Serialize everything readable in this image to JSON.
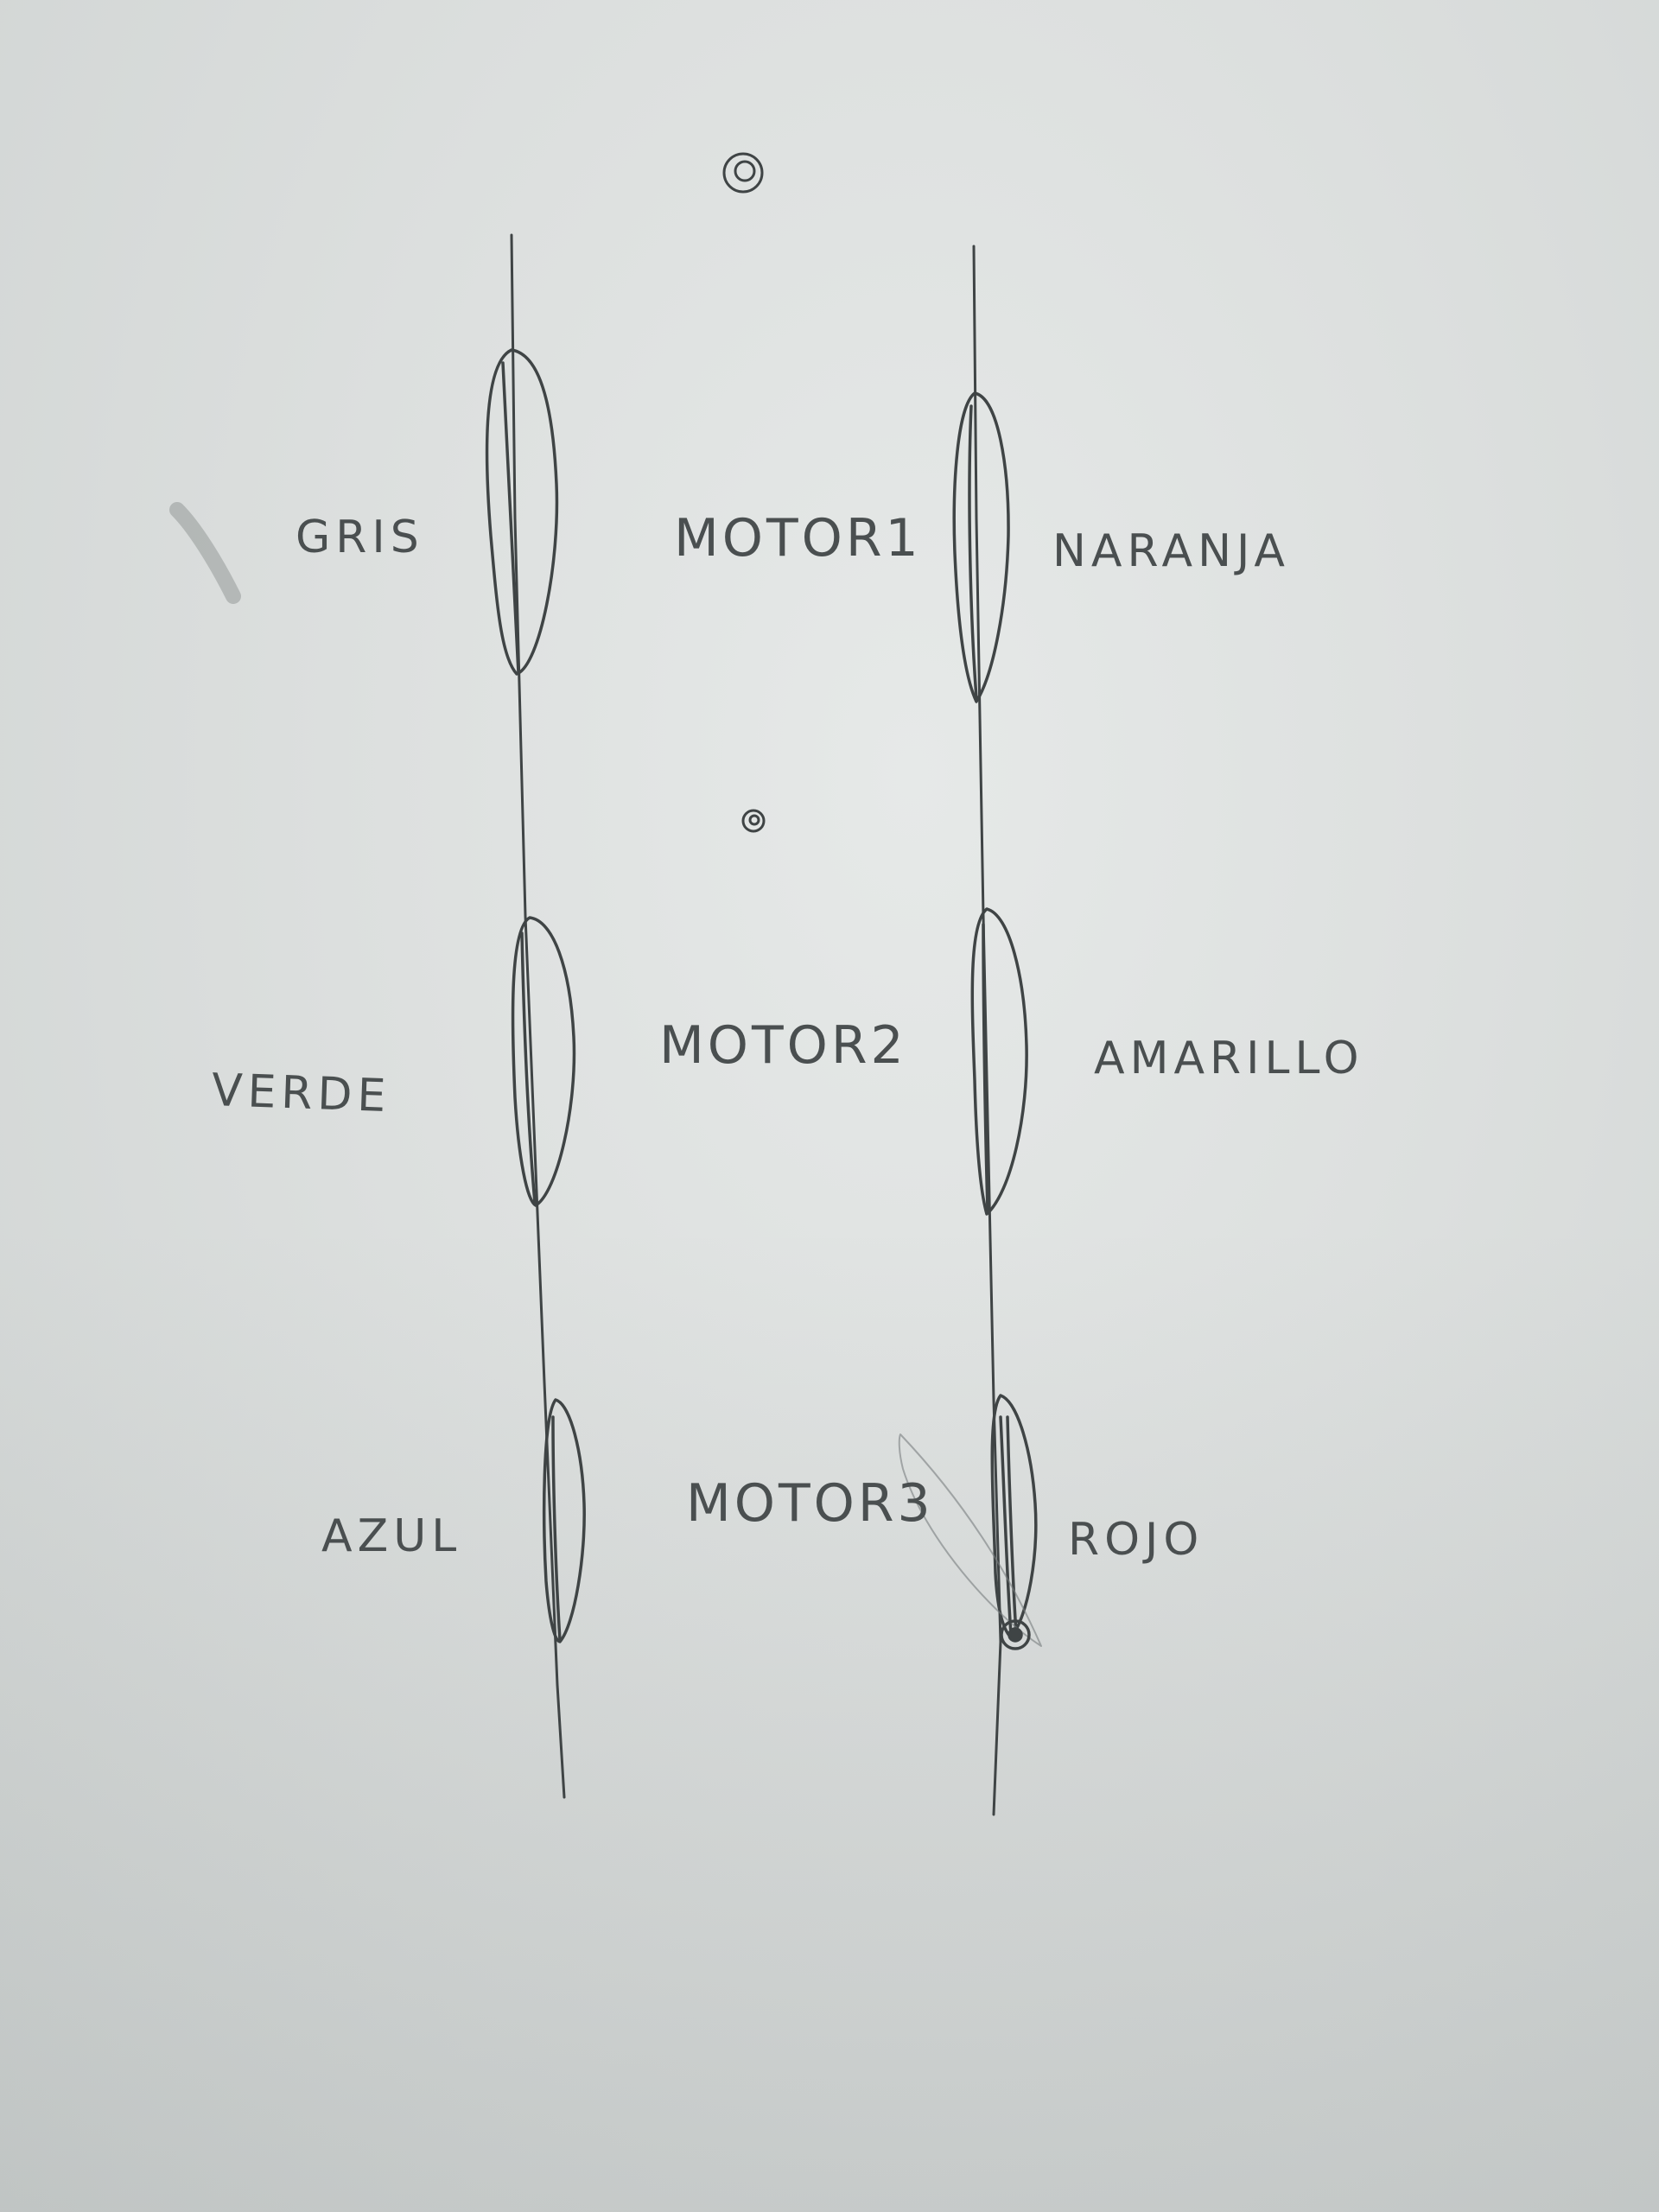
{
  "motors": [
    {
      "name": "MOTOR1",
      "left_wire": "GRIS",
      "right_wire": "NARANJA"
    },
    {
      "name": "MOTOR2",
      "left_wire": "VERDE",
      "right_wire": "AMARILLO"
    },
    {
      "name": "MOTOR3",
      "left_wire": "AZUL",
      "right_wire": "ROJO"
    }
  ],
  "colors": {
    "paper": "#dcdfde",
    "pencil": "#3f4445"
  }
}
